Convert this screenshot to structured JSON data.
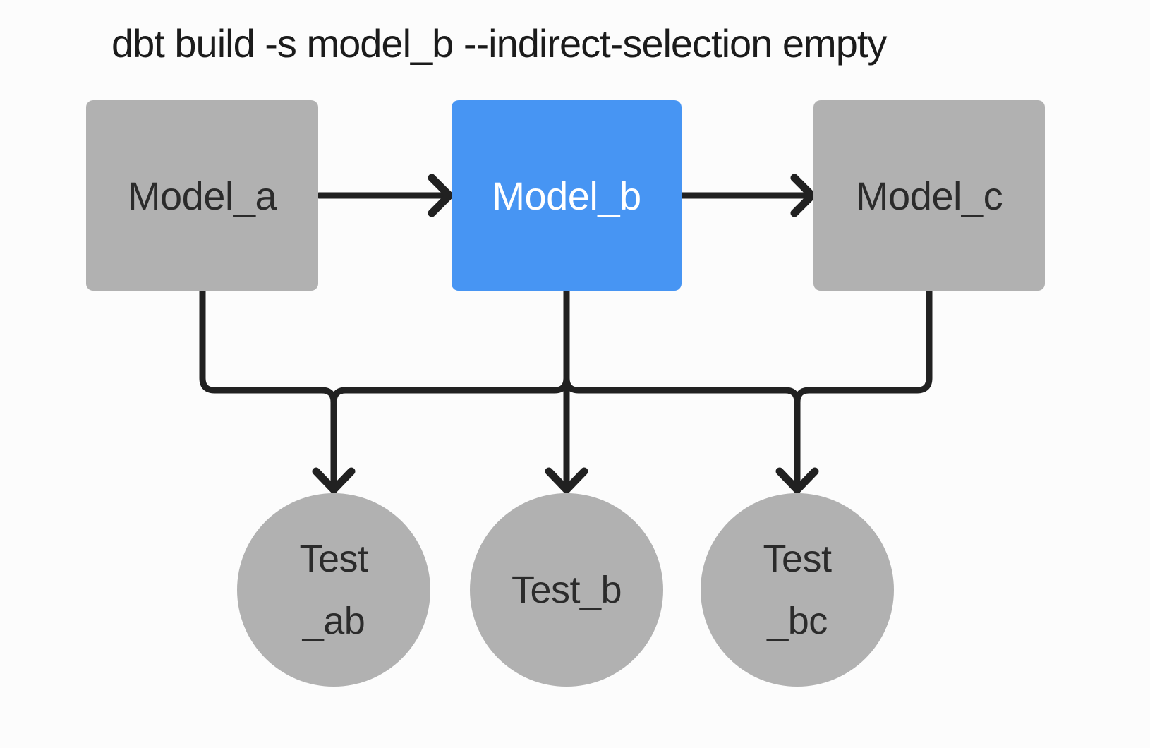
{
  "title": "dbt build -s model_b --indirect-selection empty",
  "colors": {
    "background": "#fcfcfc",
    "node_gray": "#b1b1b1",
    "selected_blue": "#4795f3",
    "edge_dark": "#212121",
    "label_dark": "#2b2b2b",
    "label_light": "#ffffff"
  },
  "nodes": {
    "models": [
      {
        "label": "Model_a",
        "state": "unselected"
      },
      {
        "label": "Model_b",
        "state": "selected"
      },
      {
        "label": "Model_c",
        "state": "unselected"
      }
    ],
    "tests": [
      {
        "label": "Test_ab",
        "lines": [
          "Test",
          "_ab"
        ]
      },
      {
        "label": "Test_b",
        "lines": [
          "Test_b"
        ]
      },
      {
        "label": "Test_bc",
        "lines": [
          "Test",
          "_bc"
        ]
      }
    ]
  }
}
